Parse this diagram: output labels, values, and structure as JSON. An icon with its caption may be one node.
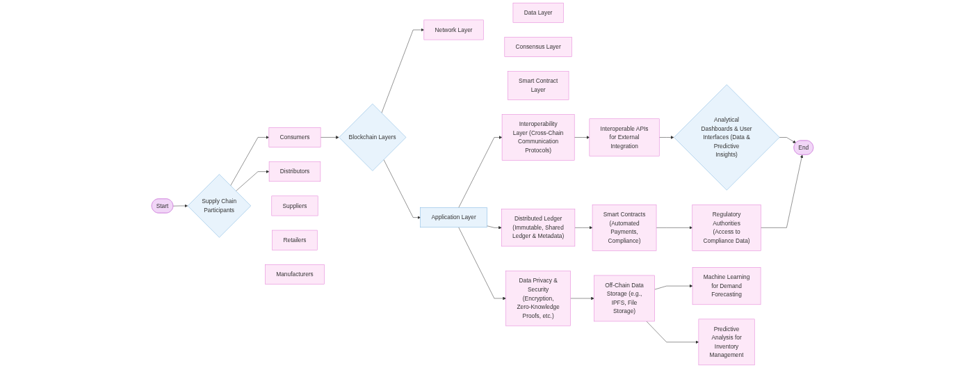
{
  "diagram": {
    "nodes": [
      {
        "text": [
          "Start"
        ]
      },
      {
        "text": [
          "Supply Chain Participants"
        ]
      },
      {
        "text": [
          "Consumers"
        ]
      },
      {
        "text": [
          "Distributors"
        ]
      },
      {
        "text": [
          "Suppliers"
        ]
      },
      {
        "text": [
          "Retailers"
        ]
      },
      {
        "text": [
          "Manufacturers"
        ]
      },
      {
        "text": [
          "Blockchain Layers"
        ]
      },
      {
        "text": [
          "Network Layer"
        ]
      },
      {
        "text": [
          "Data Layer"
        ]
      },
      {
        "text": [
          "Consensus Layer"
        ]
      },
      {
        "text": [
          "Smart Contract Layer"
        ]
      },
      {
        "text": [
          "Application Layer"
        ]
      },
      {
        "text": [
          "Interoperability Layer (Cross-Chain Communication Protocols)"
        ]
      },
      {
        "text": [
          "Interoperable APIs for External Integration"
        ]
      },
      {
        "text": [
          "Analytical Dashboards & User Interfaces (Data & Predictive Insights)"
        ]
      },
      {
        "text": [
          "End"
        ]
      },
      {
        "text": [
          "Distributed Ledger (Immutable, Shared Ledger & Metadata)"
        ]
      },
      {
        "text": [
          "Smart Contracts (Automated Payments, Compliance)"
        ]
      },
      {
        "text": [
          "Regulatory Authorities (Access to Compliance Data)"
        ]
      },
      {
        "text": [
          "Data Privacy & Security (Encryption, Zero-Knowledge Proofs, etc.)"
        ]
      },
      {
        "text": [
          "Off-Chain Data Storage (e.g., IPFS, File Storage)"
        ]
      },
      {
        "text": [
          "Machine Learning for Demand Forecasting"
        ]
      },
      {
        "text": [
          "Predictive Analysis for Inventory Management"
        ]
      }
    ],
    "edges": [
      {
        "from": 0,
        "to": 1,
        "arrow": "to"
      },
      {
        "from": 1,
        "to": 2,
        "arrow": "to"
      },
      {
        "from": 1,
        "to": 3,
        "arrow": "to"
      },
      {
        "from": 2,
        "to": 7,
        "arrow": "to"
      },
      {
        "from": 7,
        "to": 8,
        "arrow": "to"
      },
      {
        "from": 7,
        "to": 12,
        "arrow": "to"
      },
      {
        "from": 12,
        "to": 13,
        "arrow": "to"
      },
      {
        "from": 13,
        "to": 14,
        "arrow": "to"
      },
      {
        "from": 14,
        "to": 15,
        "arrow": "to"
      },
      {
        "from": 15,
        "to": 16,
        "arrow": "to"
      },
      {
        "from": 12,
        "to": 17,
        "arrow": "to"
      },
      {
        "from": 17,
        "to": 18,
        "arrow": "to"
      },
      {
        "from": 18,
        "to": 19,
        "arrow": "to"
      },
      {
        "from": 19,
        "to": 16,
        "arrow": "to"
      },
      {
        "from": 12,
        "to": 20,
        "arrow": "to"
      },
      {
        "from": 20,
        "to": 21,
        "arrow": "to"
      },
      {
        "from": 21,
        "to": 22,
        "arrow": "to"
      },
      {
        "from": 21,
        "to": 23,
        "arrow": "to"
      }
    ]
  }
}
